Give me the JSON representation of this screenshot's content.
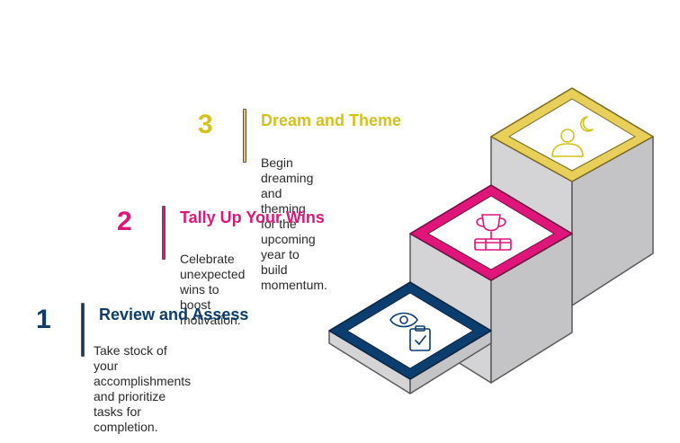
{
  "colors": {
    "step1": "#0b3d6e",
    "step2": "#e0157a",
    "step3": "#d6c21c",
    "stair_side": "#cfcfd1",
    "stair_front": "#bdbdc0",
    "stair_edge": "#5a5a5a"
  },
  "steps": [
    {
      "number": "1",
      "title": "Review and Assess",
      "description_lines": [
        "Take stock of your",
        "accomplishments and prioritize",
        "tasks for completion."
      ],
      "icon": "eye-clipboard-icon"
    },
    {
      "number": "2",
      "title": "Tally Up Your Wins",
      "description_lines": [
        "Celebrate unexpected",
        "wins to boost motivation."
      ],
      "icon": "trophy-icon"
    },
    {
      "number": "3",
      "title": "Dream and Theme",
      "description_lines": [
        "Begin dreaming and theming",
        "for the upcoming year to",
        "build momentum."
      ],
      "icon": "dreaming-person-moon-icon"
    }
  ]
}
